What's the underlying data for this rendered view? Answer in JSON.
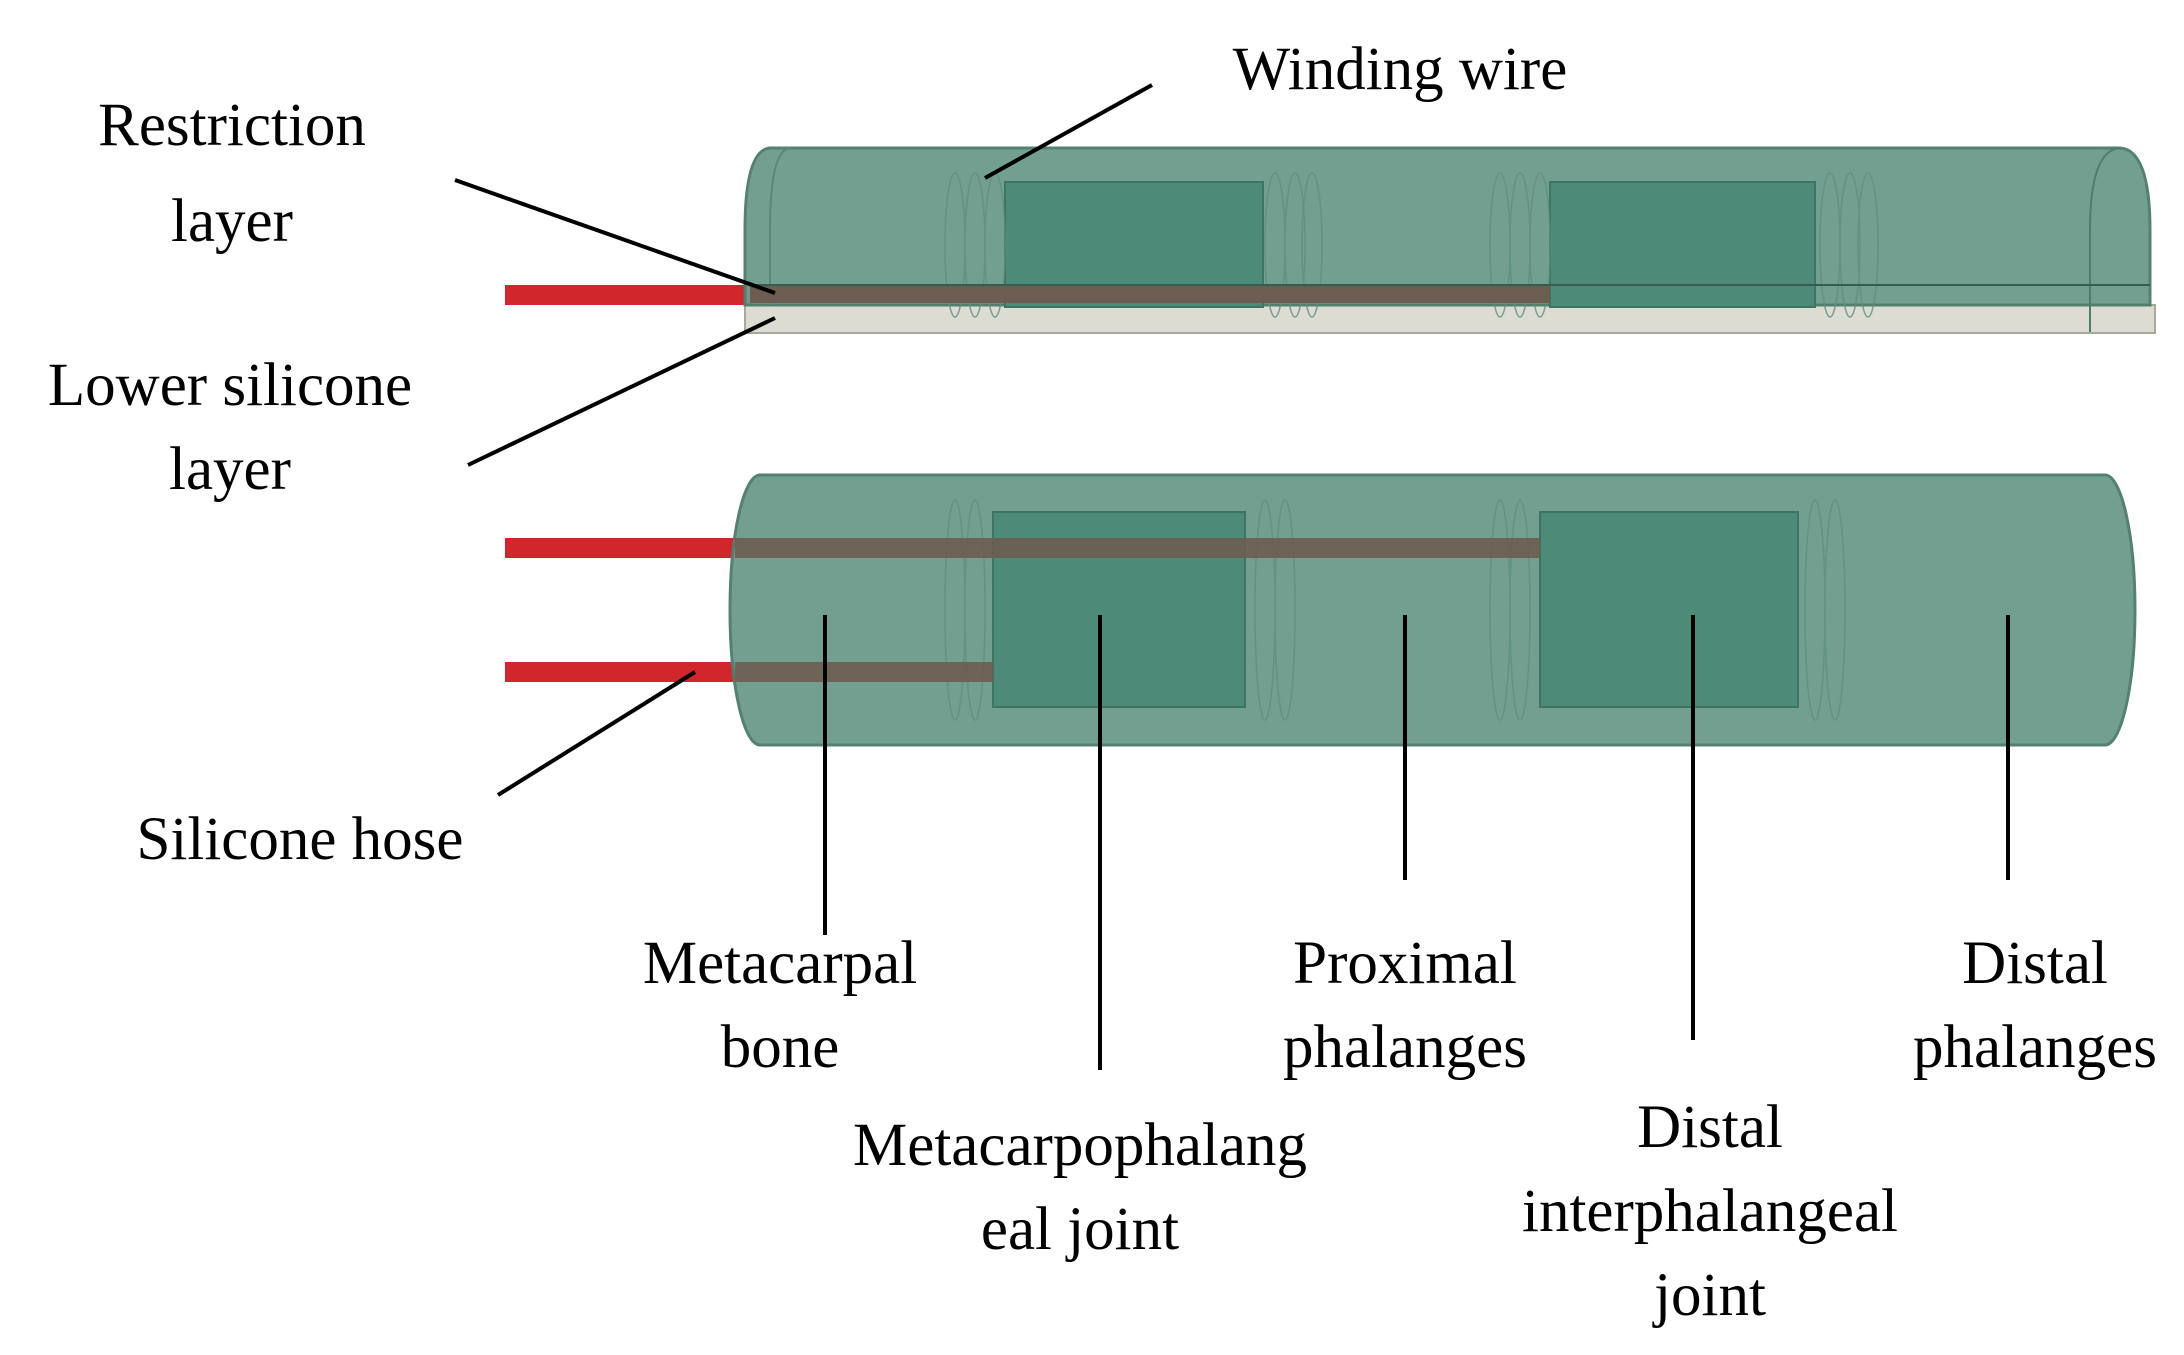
{
  "labels": {
    "winding_wire": "Winding wire",
    "restriction_layer": [
      "Restriction",
      "layer"
    ],
    "lower_silicone_layer": [
      "Lower silicone",
      "layer"
    ],
    "silicone_hose": "Silicone hose",
    "metacarpal_bone": [
      "Metacarpal",
      "bone"
    ],
    "mcp_joint": [
      "Metacarpophalang",
      "eal joint"
    ],
    "proximal_phalanges": [
      "Proximal",
      "phalanges"
    ],
    "dip_joint": [
      "Distal",
      "interphalangeal",
      "joint"
    ],
    "distal_phalanges": [
      "Distal",
      "phalanges"
    ]
  },
  "colors": {
    "shell": "#6e9c8c",
    "shell_edge": "#4f7d6d",
    "coil_block": "#4e8a78",
    "hose": "#d2262d",
    "base_layer": "#dcdcd2",
    "restriction": "#6d5c50",
    "arrow": "#000000"
  }
}
